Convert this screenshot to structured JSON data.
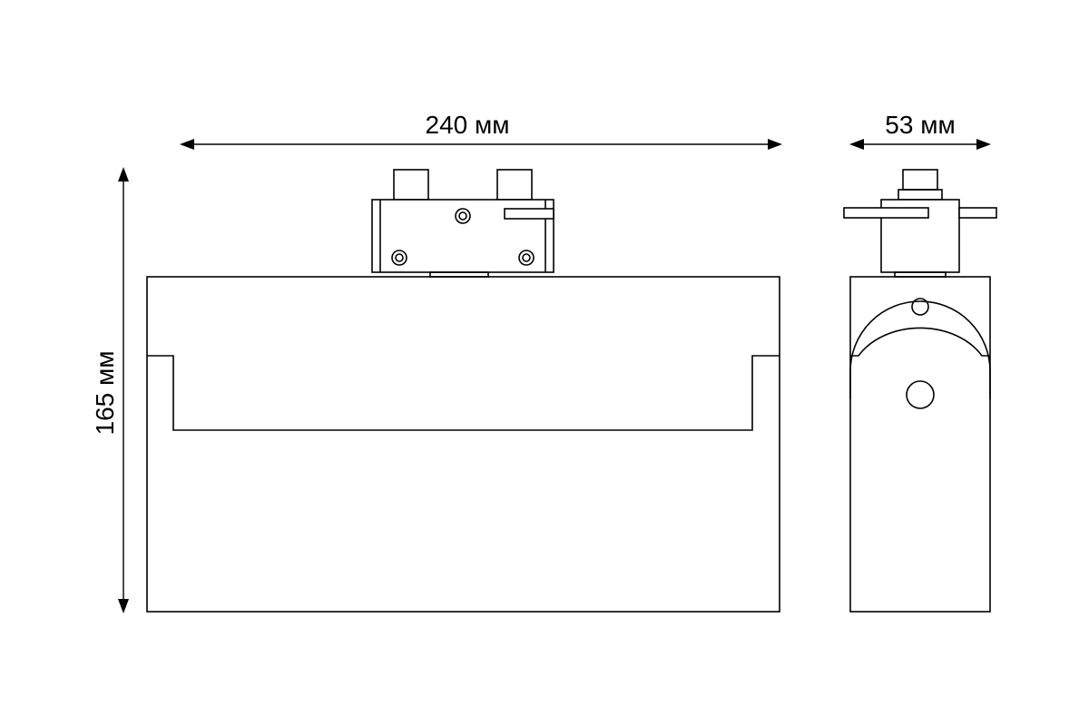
{
  "dimensions": {
    "width_label": "240 мм",
    "depth_label": "53 мм",
    "height_label": "165 мм"
  },
  "colors": {
    "line": "#000000",
    "background": "#ffffff"
  }
}
